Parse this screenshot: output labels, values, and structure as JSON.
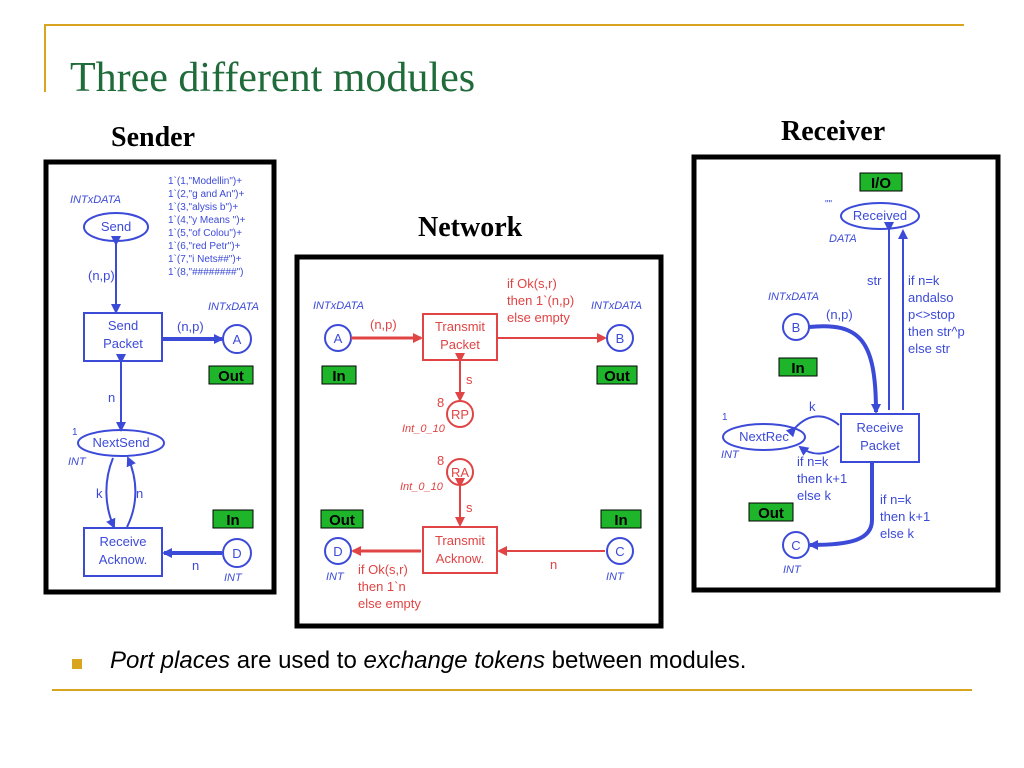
{
  "slide": {
    "title": "Three different modules",
    "modules": {
      "sender": "Sender",
      "network": "Network",
      "receiver": "Receiver"
    },
    "bullet": {
      "italic1": "Port places",
      "text1": " are used to ",
      "italic2": "exchange tokens",
      "text2": " between modules."
    }
  },
  "sender": {
    "send_place": "Send",
    "send_type": "INTxDATA",
    "tokens": [
      "1`(1,\"Modellin\")+",
      "1`(2,\"g and An\")+",
      "1`(3,\"alysis b\")+",
      "1`(4,\"y Means \")+",
      "1`(5,\"of Colou\")+",
      "1`(6,\"red Petr\")+",
      "1`(7,\"i Nets##\")+",
      "1`(8,\"########\")"
    ],
    "arc_np1": "(n,p)",
    "send_packet_1": "Send",
    "send_packet_2": "Packet",
    "arc_np2": "(n,p)",
    "a_place": "A",
    "a_type": "INTxDATA",
    "out_tag": "Out",
    "arc_n1": "n",
    "nextsend_init": "1",
    "nextsend_place": "NextSend",
    "nextsend_type": "INT",
    "arc_k": "k",
    "arc_n2": "n",
    "receive_ack_1": "Receive",
    "receive_ack_2": "Acknow.",
    "arc_n3": "n",
    "d_place": "D",
    "d_type": "INT",
    "in_tag": "In"
  },
  "network": {
    "a_type": "INTxDATA",
    "a_place": "A",
    "arc_np": "(n,p)",
    "in_tag_a": "In",
    "transmit_packet_1": "Transmit",
    "transmit_packet_2": "Packet",
    "guard_1": "if Ok(s,r)",
    "guard_2": "then 1`(n,p)",
    "guard_3": "else empty",
    "b_type": "INTxDATA",
    "b_place": "B",
    "out_tag_b": "Out",
    "arc_s1": "s",
    "rp_init": "8",
    "rp_place": "RP",
    "rp_type": "Int_0_10",
    "ra_init": "8",
    "ra_place": "RA",
    "ra_type": "Int_0_10",
    "arc_s2": "s",
    "out_tag_d": "Out",
    "d_place": "D",
    "d_type": "INT",
    "ack_guard_1": "if Ok(s,r)",
    "ack_guard_2": "then 1`n",
    "ack_guard_3": "else empty",
    "transmit_ack_1": "Transmit",
    "transmit_ack_2": "Acknow.",
    "arc_n": "n",
    "in_tag_c": "In",
    "c_place": "C",
    "c_type": "INT"
  },
  "receiver": {
    "io_tag": "I/O",
    "received_init": "\"\"",
    "received_place": "Received",
    "received_type": "DATA",
    "arc_str": "str",
    "expr_1": "if n=k",
    "expr_2": "andalso",
    "expr_3": "p<>stop",
    "expr_4": "then str^p",
    "expr_5": "else str",
    "b_type": "INTxDATA",
    "b_place": "B",
    "arc_np": "(n,p)",
    "in_tag": "In",
    "arc_k": "k",
    "nextrec_init": "1",
    "nextrec_place": "NextRec",
    "nextrec_type": "INT",
    "receive_packet_1": "Receive",
    "receive_packet_2": "Packet",
    "k_expr_1": "if n=k",
    "k_expr_2": "then k+1",
    "k_expr_3": "else k",
    "out_tag": "Out",
    "c_expr_1": "if n=k",
    "c_expr_2": "then k+1",
    "c_expr_3": "else k",
    "c_place": "C",
    "c_type": "INT"
  }
}
